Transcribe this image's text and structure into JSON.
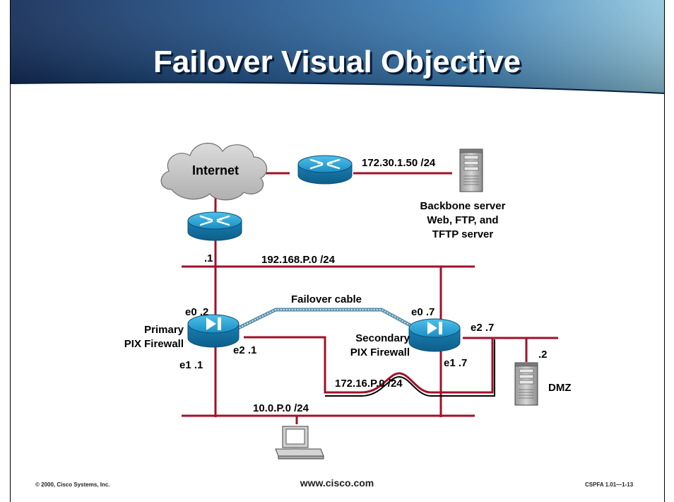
{
  "title": "Failover Visual Objective",
  "nodes": {
    "internet": "Internet",
    "backbone_server": [
      "Backbone server",
      "Web, FTP, and",
      "TFTP server"
    ],
    "primary_pix": [
      "Primary",
      "PIX Firewall"
    ],
    "secondary_pix": [
      "Secondary",
      "PIX Firewall"
    ],
    "dmz": "DMZ"
  },
  "labels": {
    "server_ip": "172.30.1.50  /24",
    "outside_net": "192.168.P.0  /24",
    "router_iface": ".1",
    "failover_cable": "Failover cable",
    "primary_e0": "e0 .2",
    "primary_e2": "e2 .1",
    "primary_e1": "e1 .1",
    "secondary_e0": "e0 .7",
    "secondary_e2": "e2 .7",
    "secondary_e1": "e1 .7",
    "dmz_host": ".2",
    "dmz_net": "172.16.P.0 /24",
    "inside_net": "10.0.P.0  /24"
  },
  "footer": {
    "copyright": "© 2000, Cisco Systems, Inc.",
    "url": "www.cisco.com",
    "course": "CSPFA 1.01—1-13"
  },
  "colors": {
    "link": "#a0102a",
    "device_blue": "#1a8fc4",
    "cloud": "#c8c8c8",
    "failover_cable": "#7fb3c9"
  },
  "icons": [
    "cloud-icon",
    "router-icon",
    "firewall-icon",
    "server-icon",
    "workstation-icon"
  ]
}
